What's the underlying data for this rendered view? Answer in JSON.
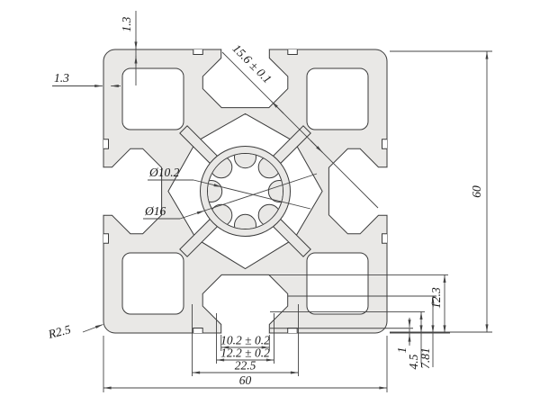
{
  "drawing": {
    "dims": {
      "wall_top": "1.3",
      "wall_left": "1.3",
      "diagonal": "15.6 ± 0.1",
      "bore_small": "Ø10.2",
      "bore_large": "Ø16",
      "height": "60",
      "width": "60",
      "slot_depth": "12.3",
      "step_781": "7.81",
      "step_45": "4.5",
      "step_1": "1",
      "opening": "10.2 ± 0.2",
      "neck": "12.2 ± 0.2",
      "chamber": "22.5",
      "radius": "R2.5"
    },
    "colors": {
      "background": "#ffffff",
      "profile_fill": "#e9e8e6",
      "cavity_fill": "#ffffff",
      "line": "#3a3a3a",
      "dim_line": "#444444",
      "text": "#1a1a1a"
    }
  }
}
